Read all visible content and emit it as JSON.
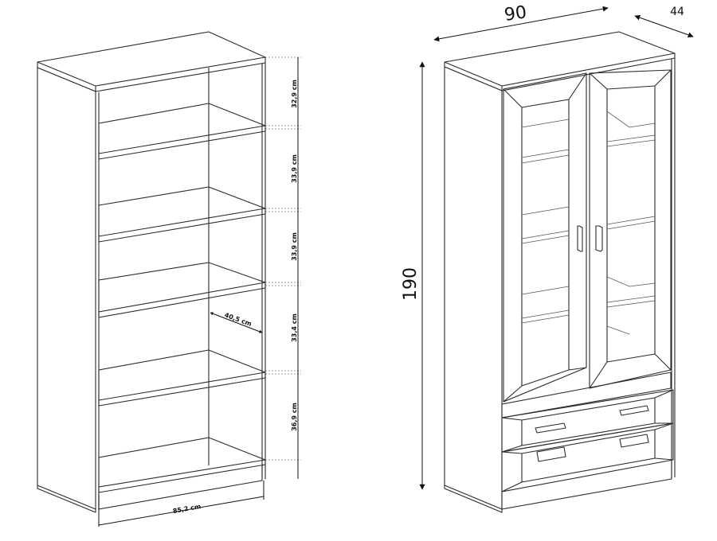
{
  "left_dimensions": {
    "shelf_1": "32,9 cm",
    "shelf_2": "33,9 cm",
    "shelf_3": "33,9 cm",
    "shelf_4": "33,4 cm",
    "shelf_5": "36,9 cm",
    "inner_depth": "40,5 cm",
    "inner_width": "85,2 cm"
  },
  "right_dimensions": {
    "width": "90",
    "depth": "44",
    "height": "190"
  }
}
